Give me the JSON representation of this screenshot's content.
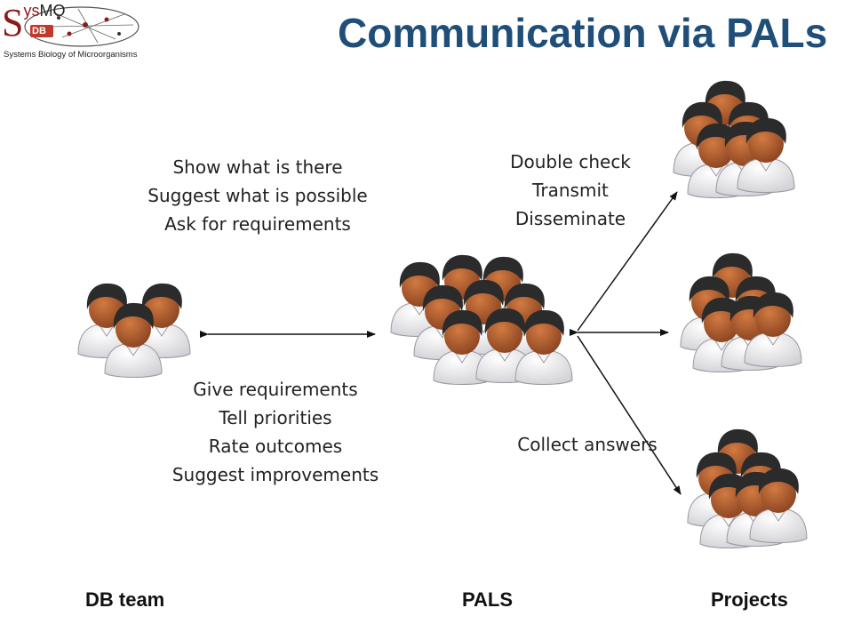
{
  "logo": {
    "brand_s": "S",
    "brand_ys": "ys",
    "brand_mo": "MO",
    "brand_db": "DB",
    "tagline": "Systems Biology of Microorganisms"
  },
  "title": "Communication via PALs",
  "left_top_text": [
    "Show what is there",
    "Suggest what is possible",
    "Ask for requirements"
  ],
  "left_bottom_text": [
    "Give requirements",
    "Tell priorities",
    "Rate outcomes",
    "Suggest improvements"
  ],
  "right_top_text": [
    "Double check",
    "Transmit",
    "Disseminate"
  ],
  "right_bottom_text": [
    "Collect answers"
  ],
  "labels": {
    "db_team": "DB team",
    "pals": "PALS",
    "projects": "Projects"
  },
  "colors": {
    "title": "#1f4e79",
    "hair": "#2b2b2b",
    "skin": "#b4622f",
    "shirt": "#f2f2f2",
    "logo_red": "#8b1a1a"
  },
  "icons": [
    "people-group-icon",
    "double-arrow-icon"
  ]
}
